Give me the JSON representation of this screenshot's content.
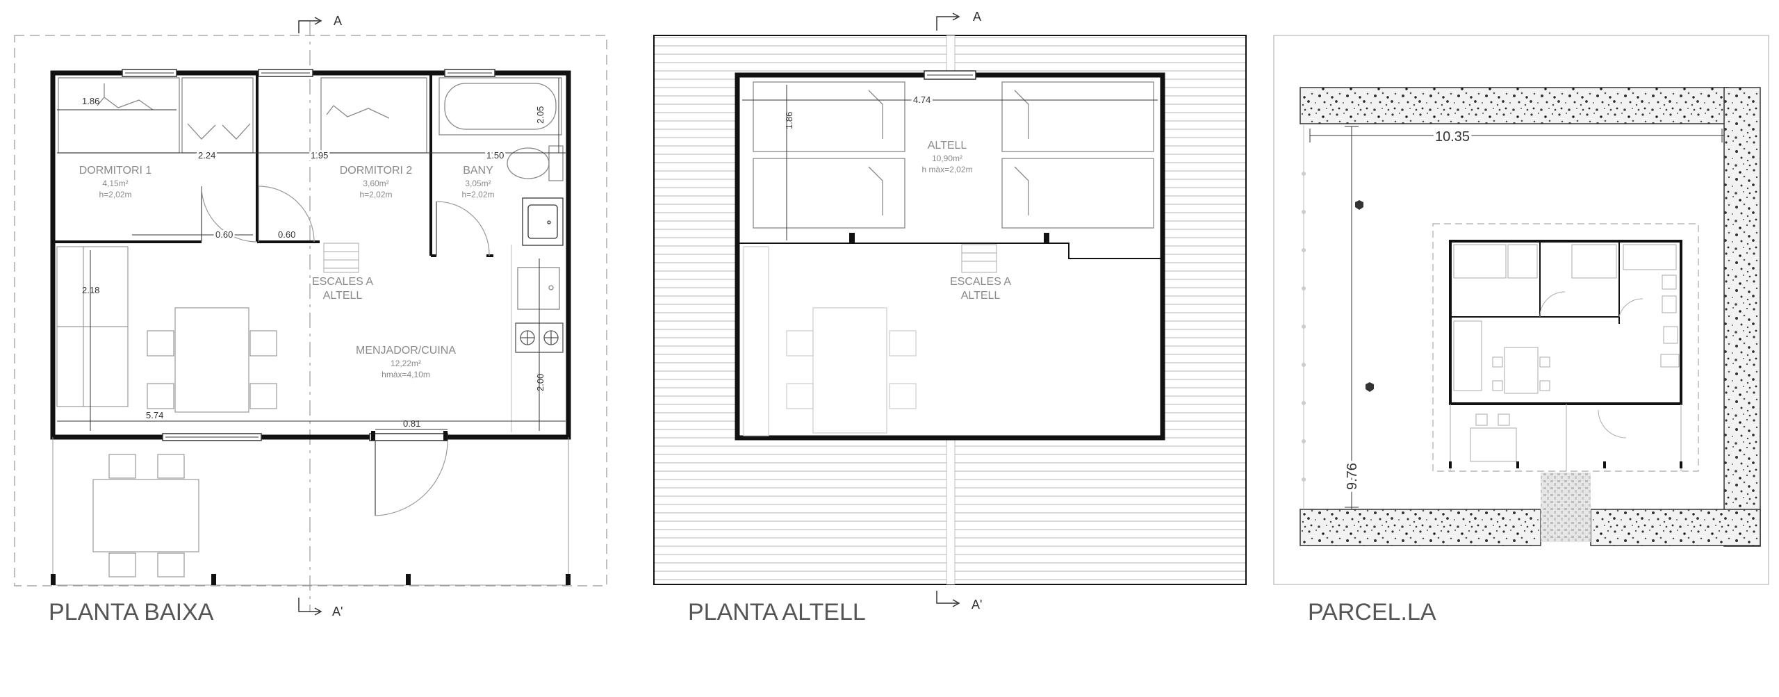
{
  "section_marks": {
    "a": "A",
    "a_prime": "A'"
  },
  "planta_baixa": {
    "title": "PLANTA BAIXA",
    "rooms": {
      "dormitori1": {
        "name": "DORMITORI 1",
        "area": "4,15m²",
        "height": "h=2,02m"
      },
      "dormitori2": {
        "name": "DORMITORI 2",
        "area": "3,60m²",
        "height": "h=2,02m"
      },
      "bany": {
        "name": "BANY",
        "area": "3,05m²",
        "height": "h=2,02m"
      },
      "escales": {
        "line1": "ESCALES A",
        "line2": "ALTELL"
      },
      "menjador": {
        "name": "MENJADOR/CUINA",
        "area": "12,22m²",
        "height": "hmàx=4,10m"
      }
    },
    "dims": {
      "d186": "1.86",
      "d224": "2.24",
      "d195": "1.95",
      "d150": "1.50",
      "d205": "2.05",
      "d218": "2.18",
      "d060a": "0.60",
      "d060b": "0.60",
      "d200": "2.00",
      "d574": "5.74",
      "d081": "0.81"
    }
  },
  "planta_altell": {
    "title": "PLANTA ALTELL",
    "rooms": {
      "altell": {
        "name": "ALTELL",
        "area": "10,90m²",
        "height": "h màx=2,02m"
      },
      "escales": {
        "line1": "ESCALES A",
        "line2": "ALTELL"
      }
    },
    "dims": {
      "d474": "4.74",
      "d186": "1.86"
    }
  },
  "parcela": {
    "title": "PARCEL.LA",
    "dims": {
      "d1035": "10.35",
      "d976": "9.76"
    }
  }
}
